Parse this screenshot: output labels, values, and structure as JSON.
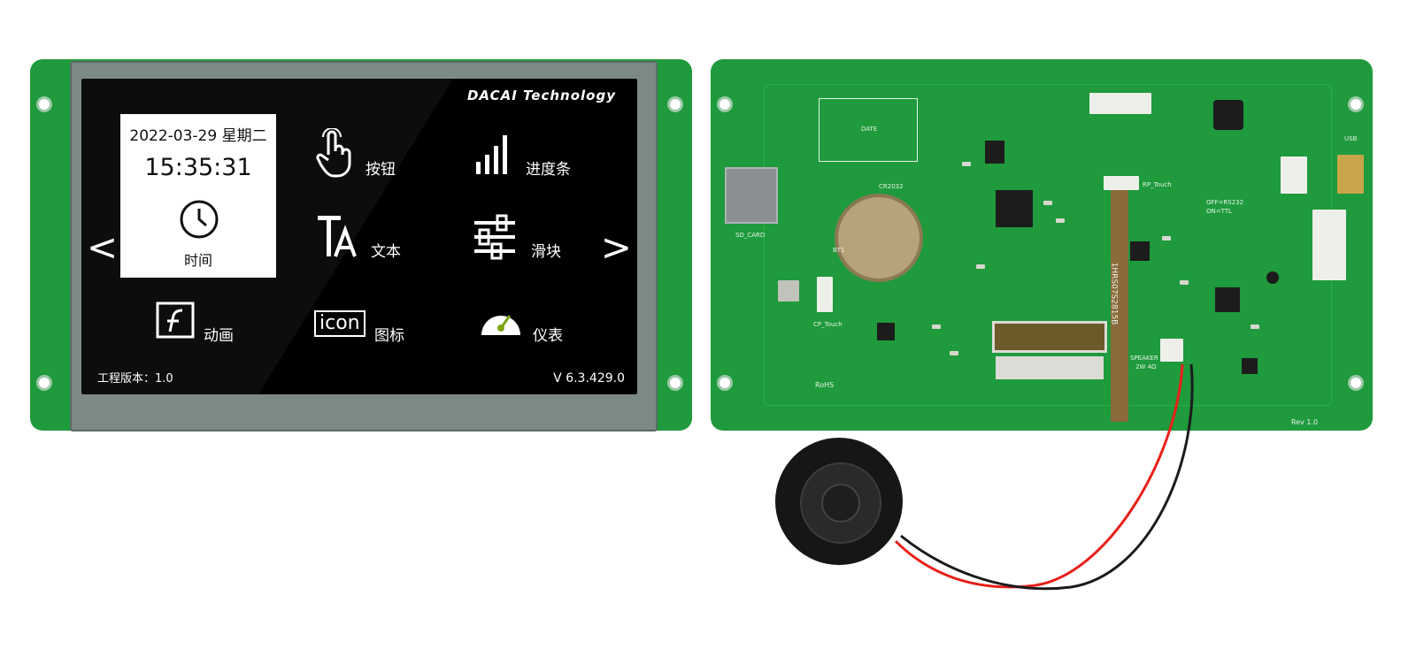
{
  "front": {
    "brand": "DACAI Technology",
    "time_tile": {
      "date": "2022-03-29 星期二",
      "clock": "15:35:31",
      "label": "时间"
    },
    "tiles": [
      {
        "label": "按钮",
        "color": "#d4143f",
        "icon": "touch-hand-icon"
      },
      {
        "label": "进度条",
        "color": "#c816c8",
        "icon": "progress-bars-icon"
      },
      {
        "label": "文本",
        "color": "#1a98cc",
        "icon": "text-icon"
      },
      {
        "label": "滑块",
        "color": "#e08a00",
        "icon": "slider-icon"
      },
      {
        "label": "动画",
        "color": "#159a3e",
        "icon": "flash-icon"
      },
      {
        "label": "图标",
        "color": "#8b37e0",
        "icon": "icon-text-icon"
      },
      {
        "label": "仪表",
        "color": "#7aa60f",
        "icon": "gauge-icon"
      }
    ],
    "icon_text": "icon",
    "prev_arrow": "<",
    "next_arrow": ">",
    "footer_left": "工程版本：1.0",
    "footer_right": "V  6.3.429.0"
  },
  "back": {
    "labels": {
      "date": "DATE",
      "cr2032": "CR2032",
      "bt1": "BT1",
      "sd_card": "SD_CARD",
      "rp_touch": "RP_Touch",
      "cp_touch": "CP_Touch",
      "usb": "USB",
      "rs232": "OFF=RS232",
      "ttl": "ON=TTL",
      "speaker": "SPEAKER",
      "speaker_spec": "2W 4Ω",
      "flex_code": "1HRS07S2815B",
      "rohs": "RoHS",
      "rev": "Rev 1.0"
    }
  }
}
